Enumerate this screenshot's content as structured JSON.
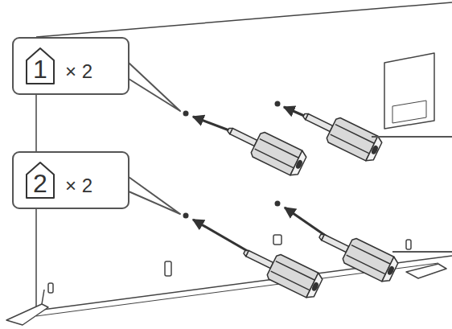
{
  "diagram": {
    "nodes": [
      {
        "text": [
          "1",
          "× 2"
        ]
      },
      {
        "text": [
          "2",
          "× 2"
        ]
      }
    ]
  }
}
